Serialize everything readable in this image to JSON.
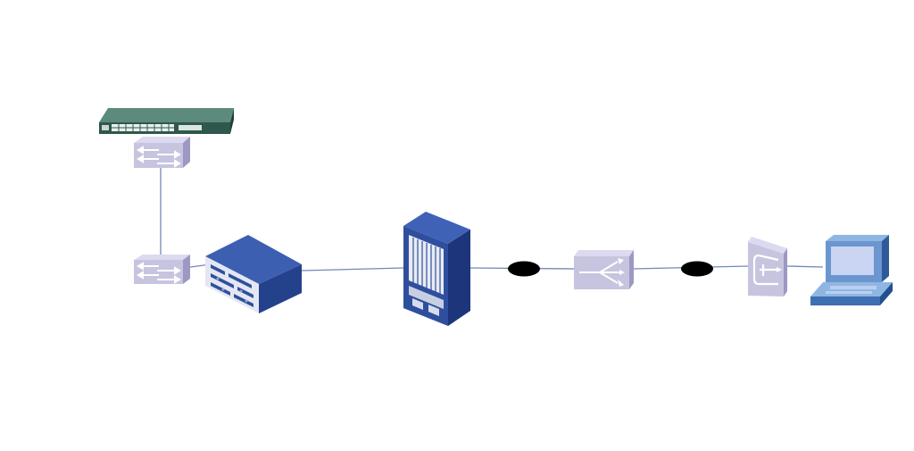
{
  "diagram": {
    "nodes": [
      {
        "id": "top-switch-rack",
        "icon": "rack-switch-icon"
      },
      {
        "id": "upper-switch",
        "icon": "switch-icon"
      },
      {
        "id": "lower-switch",
        "icon": "switch-icon"
      },
      {
        "id": "chassis",
        "icon": "chassis-icon"
      },
      {
        "id": "core-router",
        "icon": "tower-router-icon"
      },
      {
        "id": "splitter",
        "icon": "splitter-icon"
      },
      {
        "id": "terminal",
        "icon": "terminal-icon"
      },
      {
        "id": "workstation",
        "icon": "pc-icon"
      }
    ],
    "links": [
      {
        "from": "upper-switch",
        "to": "lower-switch"
      },
      {
        "from": "lower-switch",
        "to": "chassis"
      },
      {
        "from": "chassis",
        "to": "core-router"
      },
      {
        "from": "core-router",
        "to": "splitter"
      },
      {
        "from": "splitter",
        "to": "terminal"
      },
      {
        "from": "terminal",
        "to": "workstation"
      }
    ],
    "colors": {
      "line": "#6f89b8",
      "device_blue": "#2f4f9e",
      "device_dark": "#1f3576",
      "switch_face": "#c7c4e0",
      "rack_green": "#3f6f63",
      "marker": "#000000"
    }
  }
}
